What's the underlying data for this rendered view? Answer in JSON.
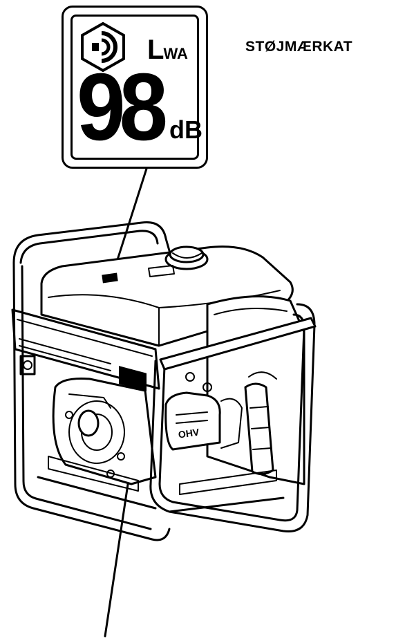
{
  "label": {
    "symbol_text": "L",
    "symbol_sub": "WA",
    "value": "98",
    "unit": "dB"
  },
  "title": "STØJMÆRKAT",
  "engine_badge": "OHV"
}
